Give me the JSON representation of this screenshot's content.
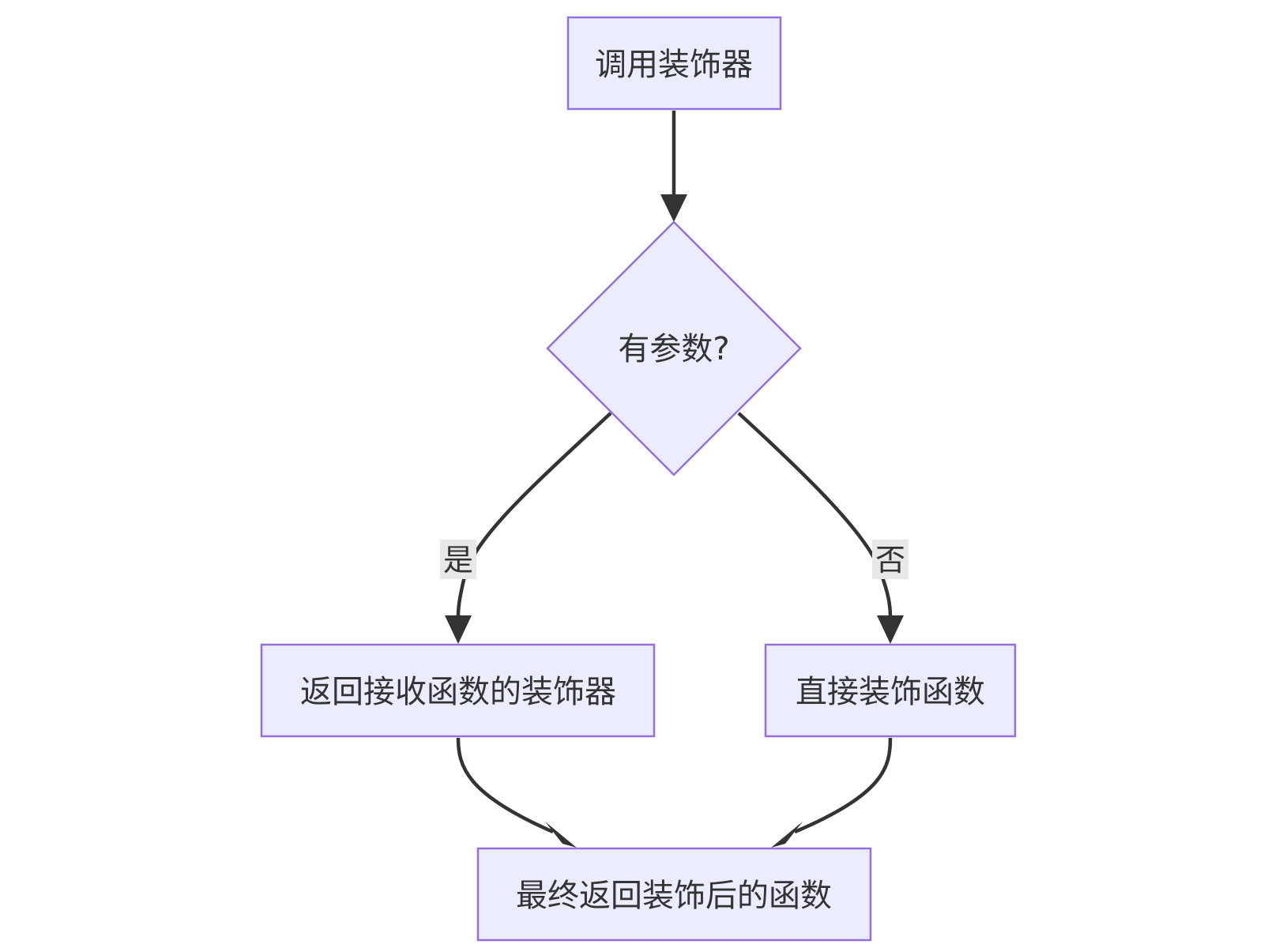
{
  "nodes": {
    "start": {
      "label": "调用装饰器"
    },
    "decision": {
      "label": "有参数?"
    },
    "with_args": {
      "label": "返回接收函数的装饰器"
    },
    "no_args": {
      "label": "直接装饰函数"
    },
    "end": {
      "label": "最终返回装饰后的函数"
    }
  },
  "edges": {
    "yes": {
      "label": "是"
    },
    "no": {
      "label": "否"
    }
  },
  "colors": {
    "node_fill": "#ececff",
    "node_stroke": "#9370db",
    "edge": "#333333",
    "label_bg": "#e8e8e8"
  }
}
